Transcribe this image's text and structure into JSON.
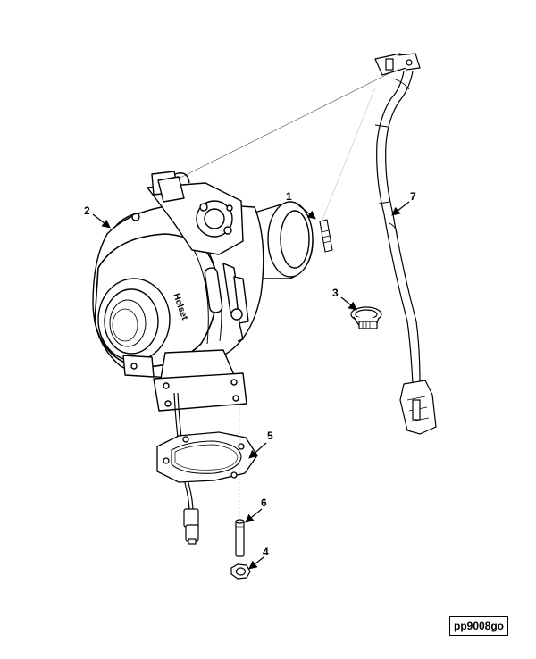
{
  "diagram": {
    "callouts": [
      {
        "id": "1",
        "label": "1"
      },
      {
        "id": "2",
        "label": "2"
      },
      {
        "id": "3",
        "label": "3"
      },
      {
        "id": "4",
        "label": "4"
      },
      {
        "id": "5",
        "label": "5"
      },
      {
        "id": "6",
        "label": "6"
      },
      {
        "id": "7",
        "label": "7"
      }
    ],
    "reference_code": "pp9008go",
    "housing_lettering": "Holset"
  }
}
